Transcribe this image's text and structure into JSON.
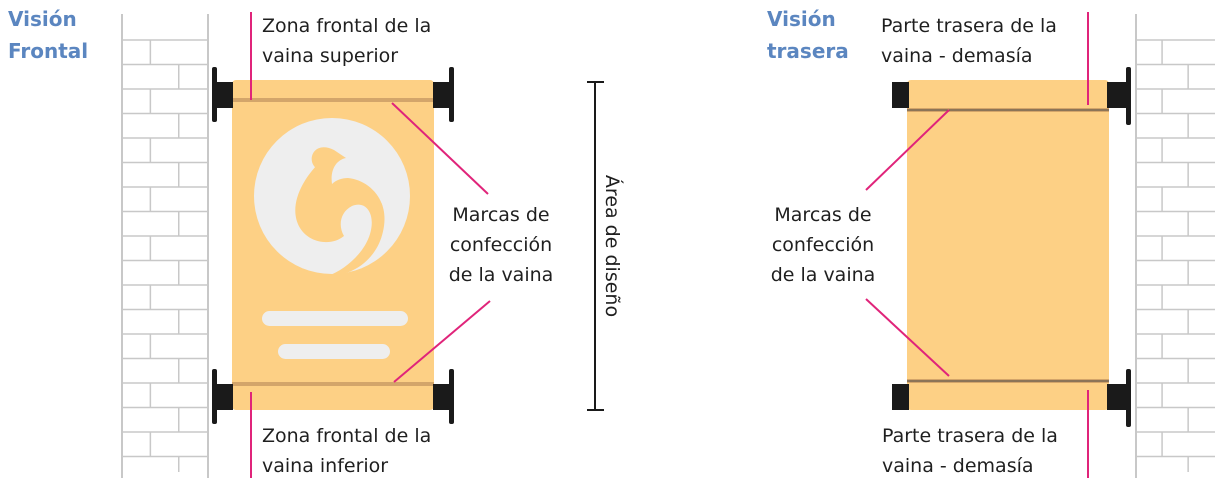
{
  "front": {
    "title": "Visión\nFrontal",
    "top_label": "Zona frontal de la\nvaina superior",
    "marks_label": "Marcas de\nconfección\nde la vaina",
    "bottom_label": "Zona frontal de la\nvaina inferior"
  },
  "design_area_label": "Área de diseño",
  "back": {
    "title": "Visión\ntrasera",
    "top_label": "Parte trasera de la\nvaina - demasía",
    "marks_label": "Marcas de\nconfección\nde la vaina",
    "bottom_label": "Parte trasera de la\nvaina - demasía"
  },
  "colors": {
    "banner": "#fdd085",
    "seam": "#d3a56a",
    "accent": "#e0247a",
    "circle": "#eeeeee",
    "wall": "#c8c8c8",
    "bracket": "#1a1a1a",
    "title": "#5b86c0"
  }
}
